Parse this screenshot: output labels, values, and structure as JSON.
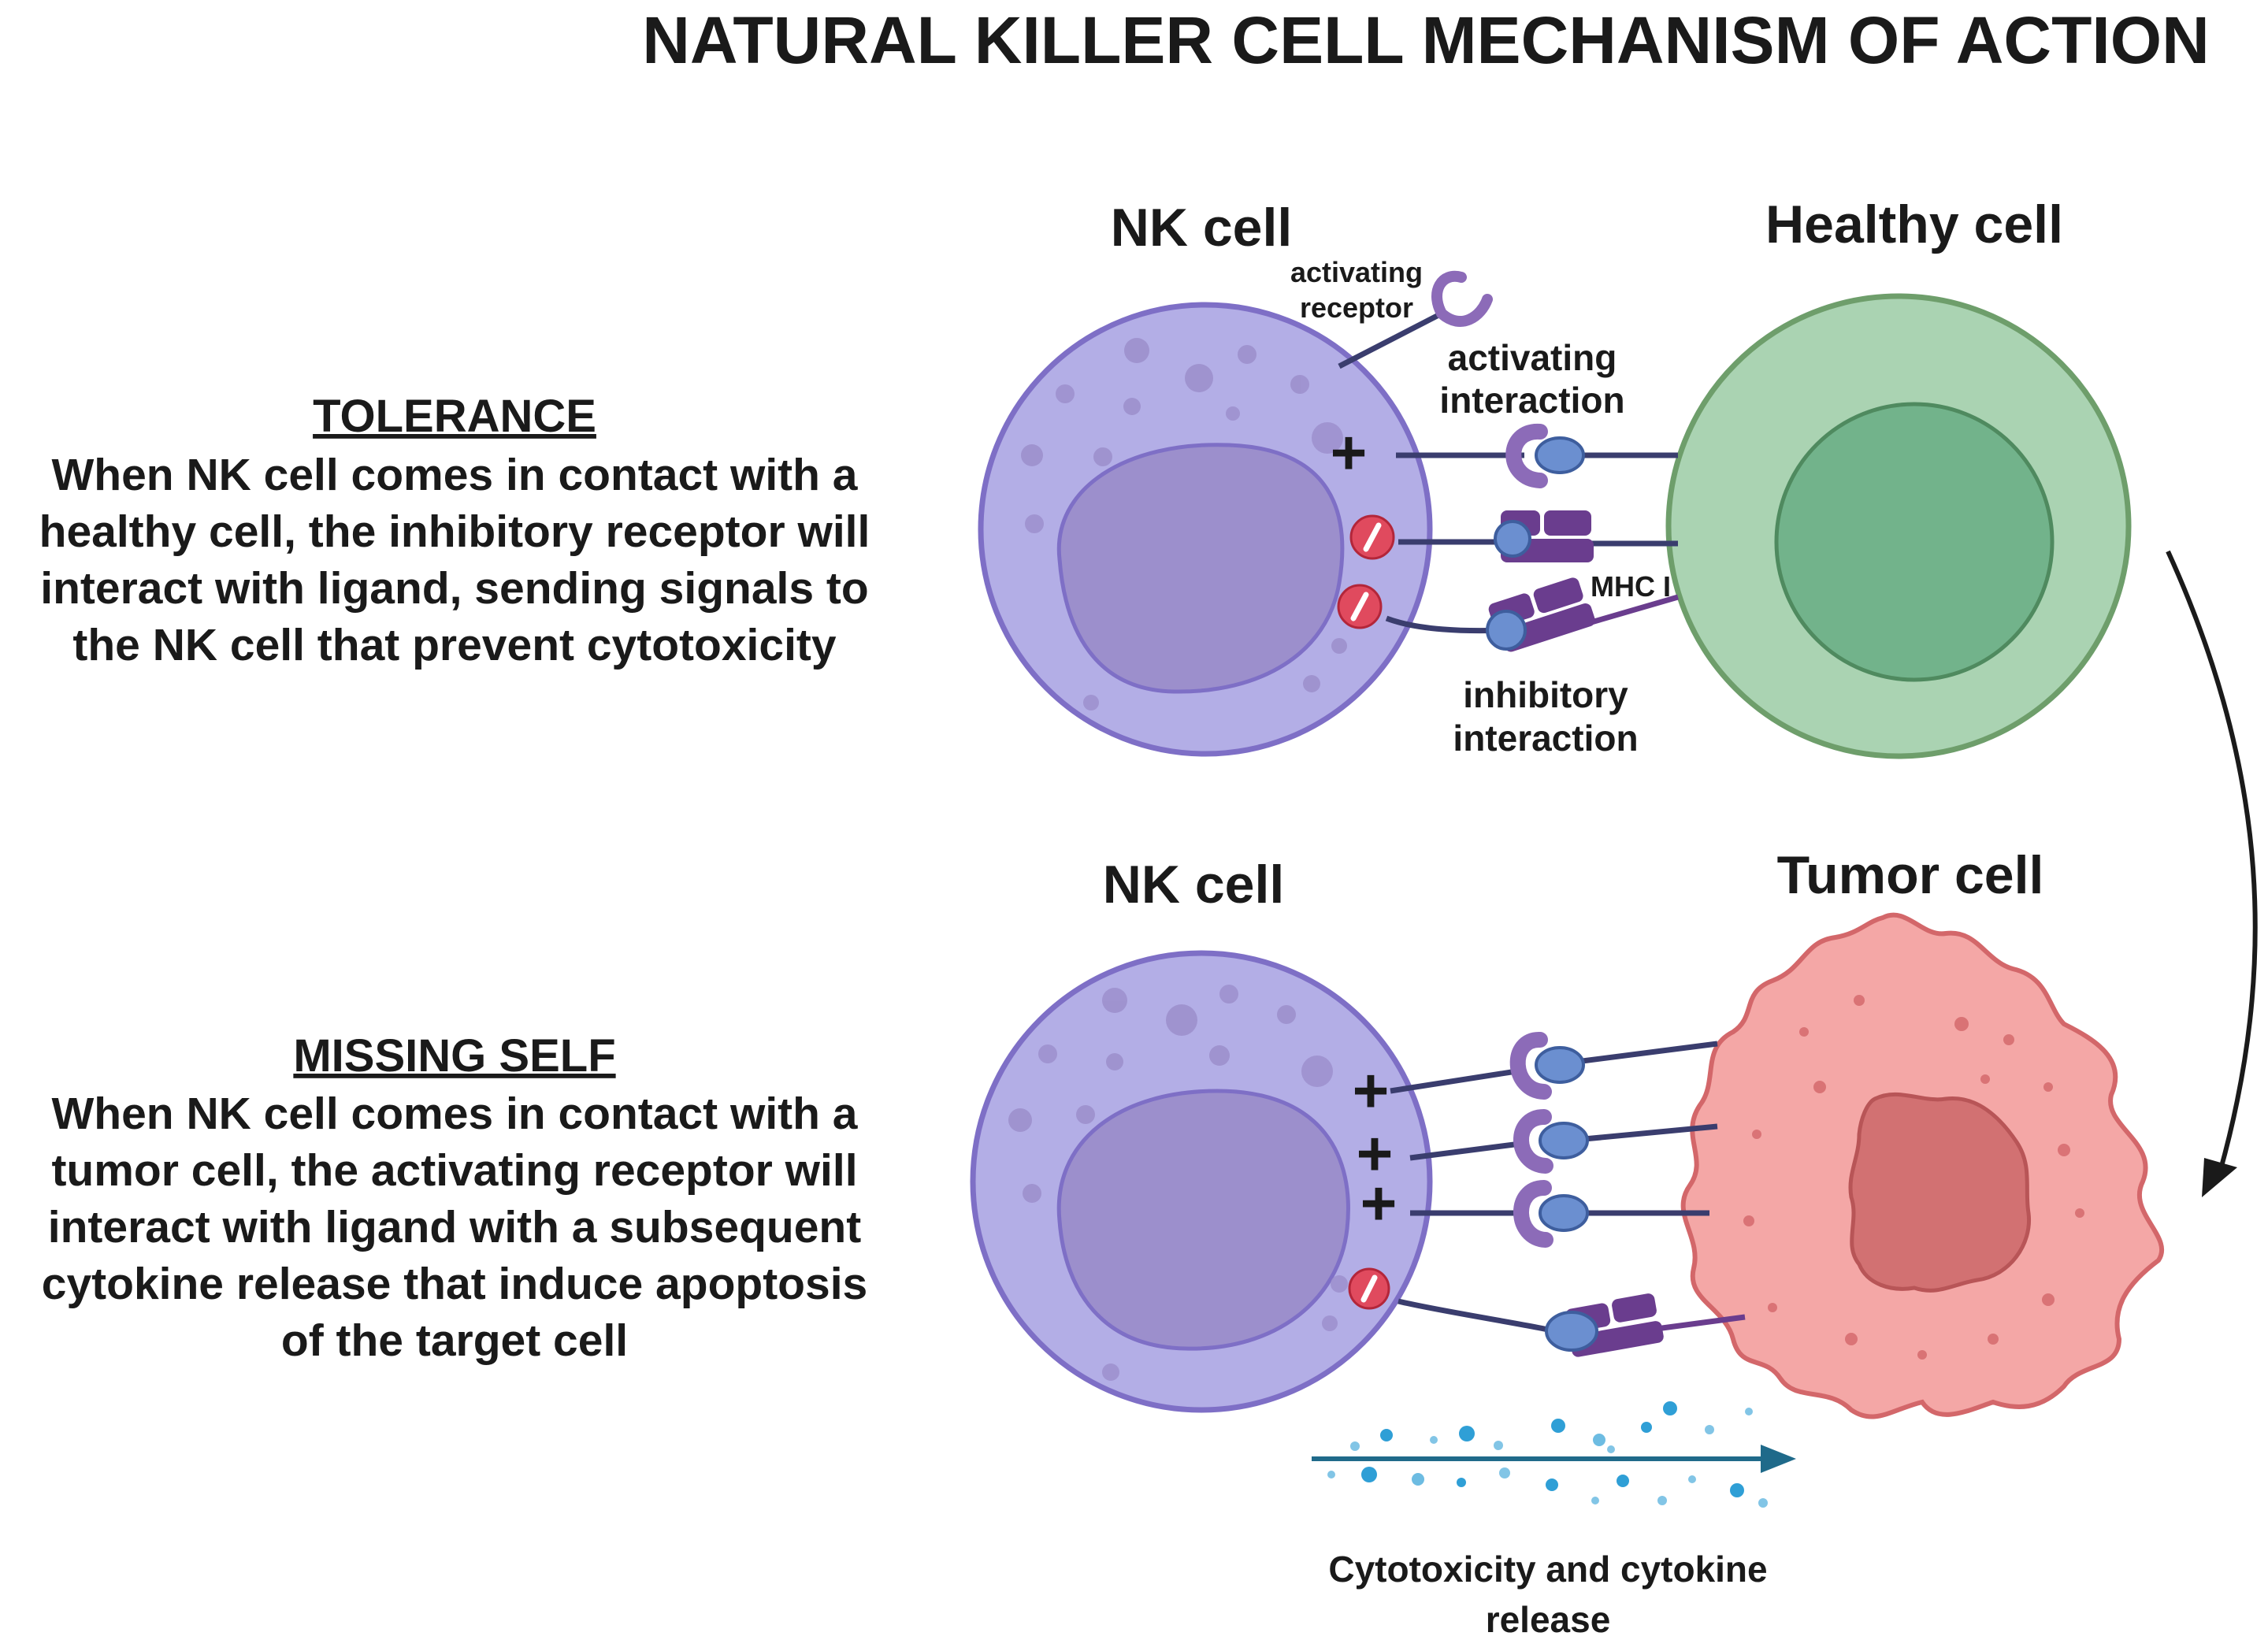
{
  "title": "NATURAL KILLER CELL MECHANISM OF ACTION",
  "tolerance": {
    "heading": "TOLERANCE",
    "lines": [
      "When NK cell comes in contact with a",
      "healthy cell, the inhibitory receptor will",
      "interact with ligand, sending signals to",
      "the NK cell that prevent cytotoxicity"
    ],
    "nk_label": "NK cell",
    "target_label": "Healthy cell",
    "activating_receptor": [
      "activating",
      "receptor"
    ],
    "activating_interaction": [
      "activating",
      "interaction"
    ],
    "inhibitory_interaction": [
      "inhibitory",
      "interaction"
    ],
    "mhc": "MHC I",
    "plus": "+"
  },
  "missing_self": {
    "heading": "MISSING SELF",
    "lines": [
      "When NK cell comes in contact with a",
      "tumor cell, the activating receptor will",
      "interact with ligand with a subsequent",
      "cytokine release that induce apoptosis",
      "of the target cell"
    ],
    "nk_label": "NK cell",
    "target_label": "Tumor cell",
    "plus": "+"
  },
  "outcome": [
    "Cytotoxicity and cytokine",
    "release"
  ],
  "colors": {
    "nk_fill": "#b3aee6",
    "nk_stroke": "#7e6fc6",
    "nk_nucleus": "#9c8fcc",
    "healthy_fill": "#aad3b2",
    "healthy_stroke": "#6e9e6b",
    "healthy_nucleus": "#72b38b",
    "tumor_fill": "#f4a7a6",
    "tumor_stroke": "#d3676a",
    "tumor_nucleus": "#d27172",
    "receptor": "#8c6bb8",
    "ligand": "#6b8fd0",
    "mhc": "#6a3d8e",
    "stalk": "#3a3d6e",
    "inhibit": "#e04a5e",
    "cytokine": "#2f9fd6"
  }
}
